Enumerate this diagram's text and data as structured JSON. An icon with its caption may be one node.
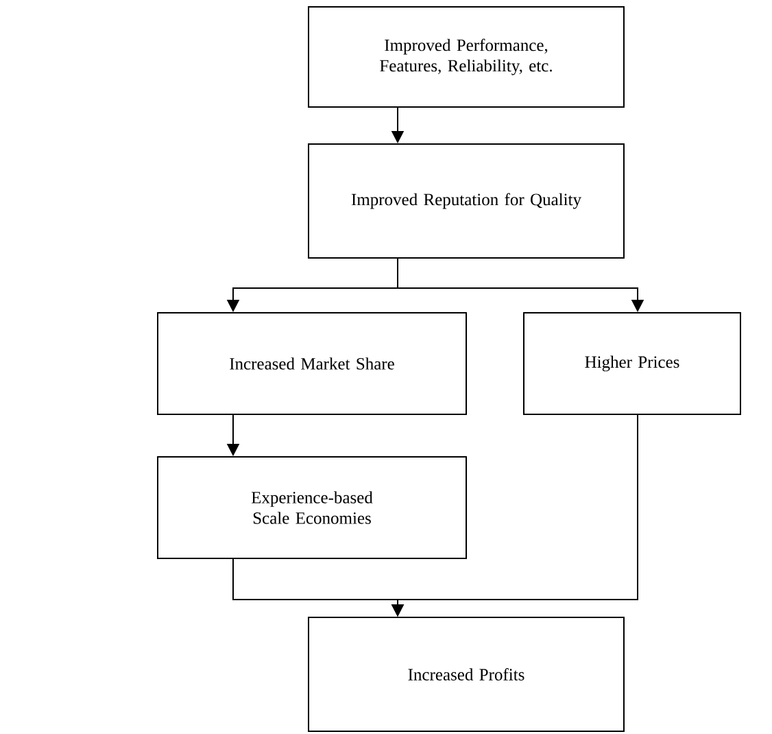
{
  "diagram": {
    "nodes": [
      {
        "text": [
          "Improved Performance, Features, Reliability, etc."
        ]
      },
      {
        "text": [
          "Improved Reputation for Quality"
        ]
      },
      {
        "text": [
          "Increased Market Share"
        ]
      },
      {
        "text": [
          "Higher Prices"
        ]
      },
      {
        "text": [
          "Experience-based Scale Economies"
        ]
      },
      {
        "text": [
          "Increased Profits"
        ]
      }
    ],
    "edges": [
      {
        "from": 0,
        "to": 1,
        "arrow": "to"
      },
      {
        "from": 1,
        "to": 2,
        "arrow": "to"
      },
      {
        "from": 1,
        "to": 3,
        "arrow": "to"
      },
      {
        "from": 2,
        "to": 4,
        "arrow": "to"
      },
      {
        "from": 4,
        "to": 5,
        "arrow": "to"
      },
      {
        "from": 3,
        "to": 5,
        "arrow": "to"
      }
    ]
  }
}
